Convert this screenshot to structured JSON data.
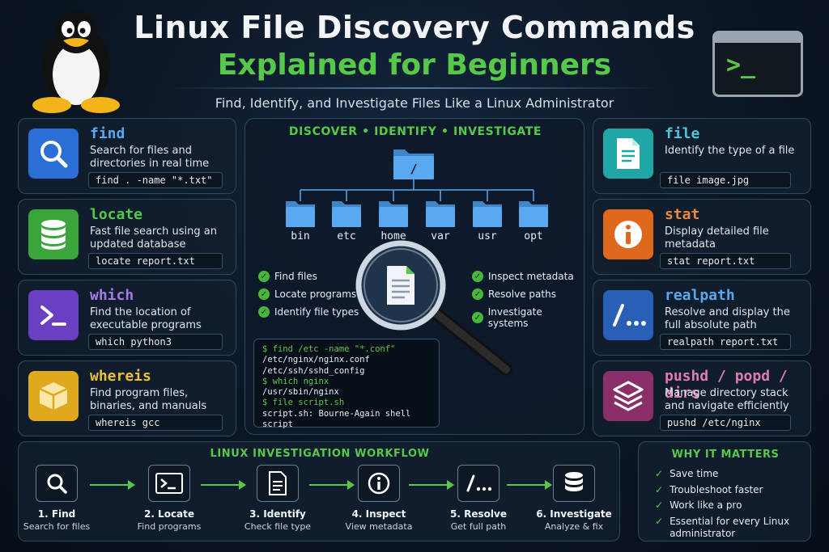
{
  "header": {
    "title_line1": "Linux File Discovery Commands",
    "title_line2": "Explained for Beginners",
    "subtitle": "Find, Identify, and Investigate Files Like a Linux Administrator",
    "terminal_prompt": ">_"
  },
  "left_cards": [
    {
      "name": "find",
      "desc": "Search for files and directories in real time",
      "cmd": "find . -name \"*.txt\"",
      "icon": "search-icon",
      "color": "#2a6fd6",
      "name_color": "#5aa8f0"
    },
    {
      "name": "locate",
      "desc": "Fast file search using an updated database",
      "cmd": "locate report.txt",
      "icon": "database-icon",
      "color": "#3aa53a",
      "name_color": "#57c94a"
    },
    {
      "name": "which",
      "desc": "Find the location of executable programs",
      "cmd": "which python3",
      "icon": "terminal-icon",
      "color": "#6a3fc2",
      "name_color": "#a57ae8"
    },
    {
      "name": "whereis",
      "desc": "Find program files, binaries, and manuals",
      "cmd": "whereis gcc",
      "icon": "package-icon",
      "color": "#e0a81c",
      "name_color": "#f0c030"
    }
  ],
  "right_cards": [
    {
      "name": "file",
      "desc": "Identify the type of a file",
      "cmd": "file image.jpg",
      "icon": "document-icon",
      "color": "#1fa7a7",
      "name_color": "#4cc7d8"
    },
    {
      "name": "stat",
      "desc": "Display detailed file metadata",
      "cmd": "stat report.txt",
      "icon": "info-icon",
      "color": "#e0681c",
      "name_color": "#f08a3a"
    },
    {
      "name": "realpath",
      "desc": "Resolve and display the full absolute path",
      "cmd": "realpath report.txt",
      "icon": "path-icon",
      "color": "#2a5fb8",
      "name_color": "#5aa8f0"
    },
    {
      "name": "pushd / popd / dirs",
      "desc": "Manage directory stack and navigate efficiently",
      "cmd": "pushd /etc/nginx",
      "icon": "layers-icon",
      "color": "#8a2f6a",
      "name_color": "#e07ab8"
    }
  ],
  "center": {
    "title": "DISCOVER • IDENTIFY • INVESTIGATE",
    "root": "/",
    "folders": [
      "bin",
      "etc",
      "home",
      "var",
      "usr",
      "opt"
    ],
    "checks_left": [
      "Find files",
      "Locate programs",
      "Identify file types"
    ],
    "checks_right": [
      "Inspect metadata",
      "Resolve paths",
      "Investigate systems"
    ],
    "terminal_lines": [
      {
        "t": "$ find /etc -name \"*.conf\"",
        "k": "c"
      },
      {
        "t": "/etc/nginx/nginx.conf",
        "k": "o"
      },
      {
        "t": "/etc/ssh/sshd_config",
        "k": "o"
      },
      {
        "t": "$ which nginx",
        "k": "c"
      },
      {
        "t": "/usr/sbin/nginx",
        "k": "o"
      },
      {
        "t": "$ file script.sh",
        "k": "c"
      },
      {
        "t": "script.sh: Bourne-Again shell script",
        "k": "o"
      }
    ]
  },
  "workflow": {
    "title": "LINUX INVESTIGATION WORKFLOW",
    "steps": [
      {
        "label": "1. Find",
        "sub": "Search for files",
        "icon": "search-icon"
      },
      {
        "label": "2. Locate",
        "sub": "Find programs",
        "icon": "terminal-icon"
      },
      {
        "label": "3. Identify",
        "sub": "Check file type",
        "icon": "document-icon"
      },
      {
        "label": "4. Inspect",
        "sub": "View metadata",
        "icon": "info-icon"
      },
      {
        "label": "5. Resolve",
        "sub": "Get full path",
        "icon": "path-icon"
      },
      {
        "label": "6. Investigate",
        "sub": "Analyze & fix",
        "icon": "database-icon"
      }
    ]
  },
  "why": {
    "title": "WHY IT MATTERS",
    "items": [
      "Save time",
      "Troubleshoot faster",
      "Work like a pro",
      "Essential for every Linux administrator"
    ]
  }
}
